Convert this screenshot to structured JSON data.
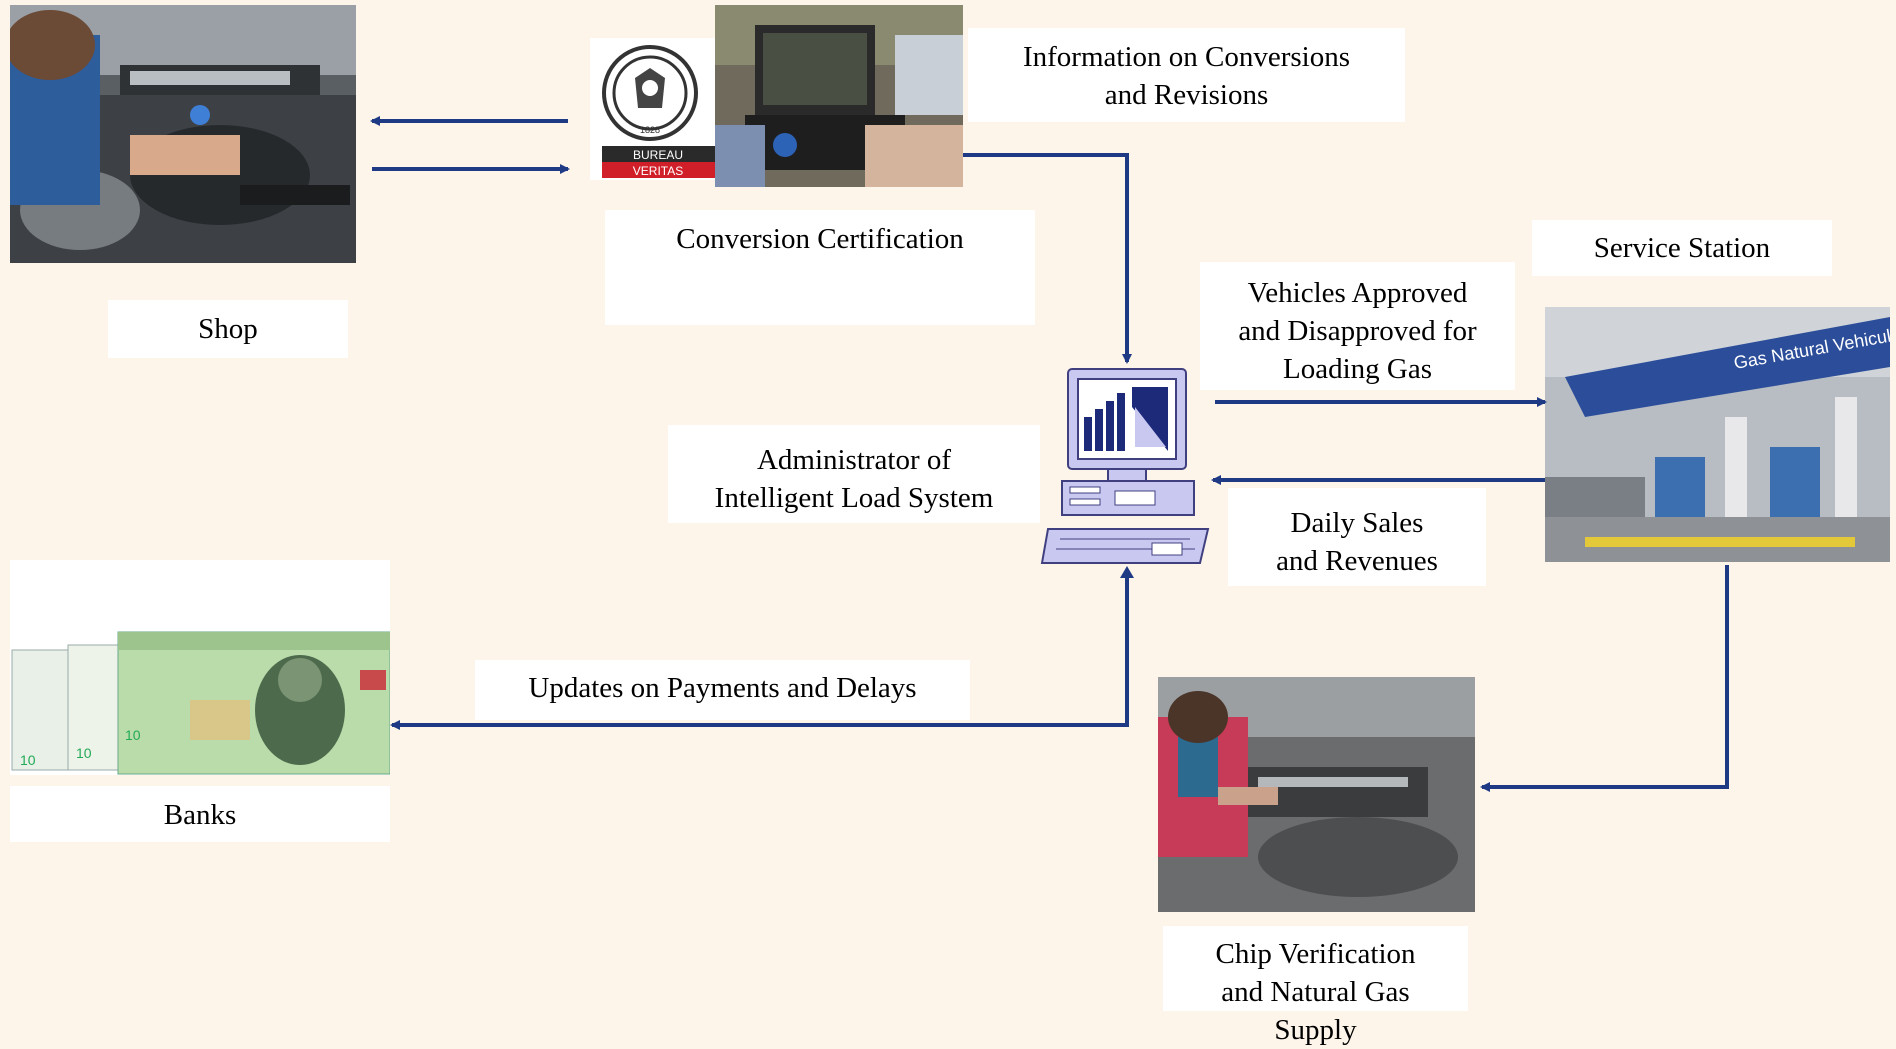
{
  "nodes": {
    "shop": {
      "label": "Shop"
    },
    "conversion_certification": {
      "label": "Conversion Certification"
    },
    "info_conversions": {
      "label": "Information on Conversions and Revisions"
    },
    "service_station": {
      "label": "Service Station"
    },
    "vehicles_approved": {
      "label": "Vehicles Approved and Disapproved for Loading Gas"
    },
    "administrator": {
      "label": "Administrator of Intelligent Load System"
    },
    "daily_sales": {
      "label": "Daily Sales and Revenues"
    },
    "updates_payments": {
      "label": "Updates on Payments and Delays"
    },
    "banks": {
      "label": "Banks"
    },
    "chip_verification": {
      "label": "Chip Verification and Natural Gas Supply"
    }
  },
  "logo": {
    "bottom_text_1": "BUREAU",
    "bottom_text_2": "VERITAS",
    "top_year": "1828"
  },
  "colors": {
    "arrow": "#1f3a85",
    "background": "#fdf4ea",
    "computer": "#c8c8f0"
  }
}
